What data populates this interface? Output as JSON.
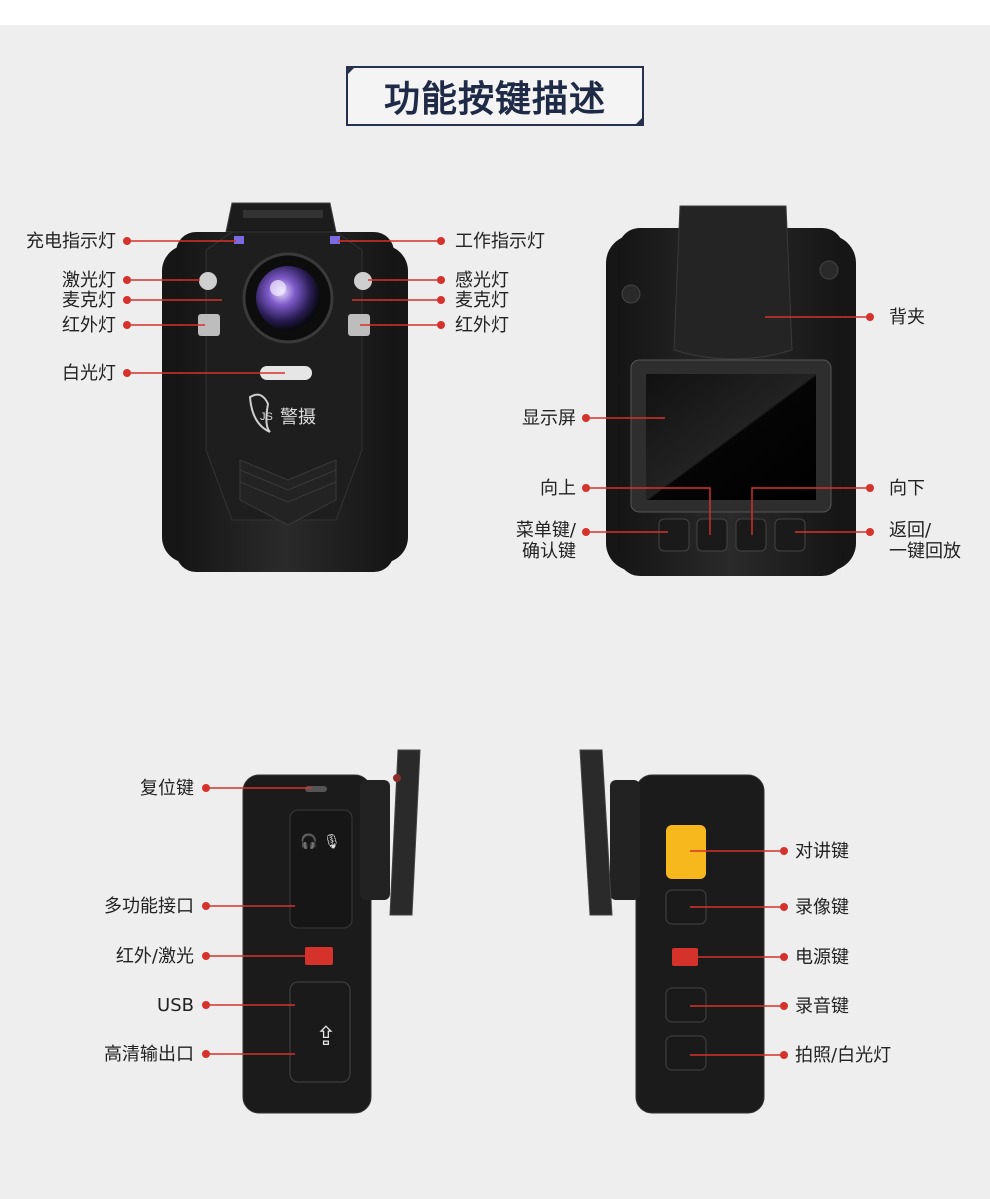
{
  "title": "功能按键描述",
  "colors": {
    "accent_red": "#d6322c",
    "title_navy": "#27314f",
    "background": "#eeeeee",
    "talk_yellow": "#f6b81c"
  },
  "front_view": {
    "brand": "警摄",
    "brand_mark": "JS",
    "left_labels": [
      "充电指示灯",
      "激光灯",
      "麦克灯",
      "红外灯",
      "白光灯"
    ],
    "right_labels": [
      "工作指示灯",
      "感光灯",
      "麦克灯",
      "红外灯"
    ]
  },
  "back_view": {
    "labels": {
      "clip": "背夹",
      "screen": "显示屏",
      "up": "向上",
      "down": "向下",
      "menu": "菜单键/\n确认键",
      "back": "返回/\n一键回放"
    }
  },
  "left_side_view": {
    "labels": [
      "复位键",
      "多功能接口",
      "红外/激光",
      "USB",
      "高清输出口"
    ]
  },
  "right_side_view": {
    "labels": [
      "对讲键",
      "录像键",
      "电源键",
      "录音键",
      "拍照/白光灯"
    ]
  }
}
